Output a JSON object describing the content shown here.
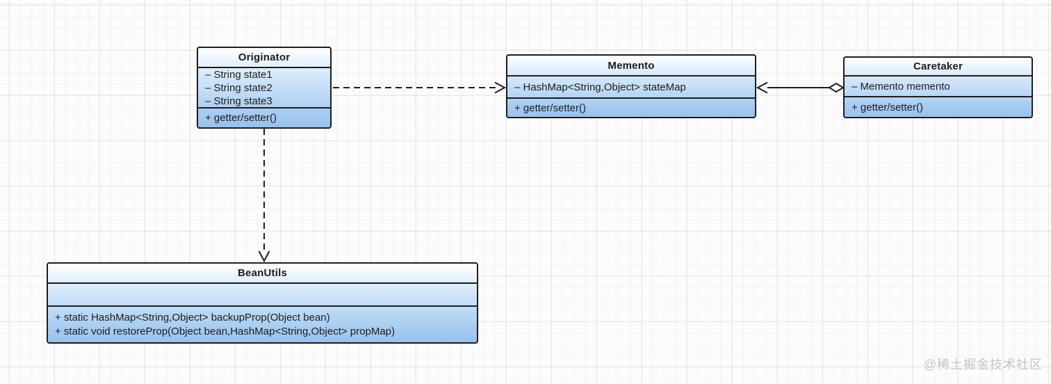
{
  "diagram": {
    "pattern": "Memento",
    "classes": {
      "originator": {
        "title": "Originator",
        "attributes": [
          "– String state1",
          "– String state2",
          "– String state3"
        ],
        "methods": [
          "+ getter/setter()"
        ]
      },
      "memento": {
        "title": "Memento",
        "attributes": [
          "– HashMap<String,Object> stateMap"
        ],
        "methods": [
          "+ getter/setter()"
        ]
      },
      "caretaker": {
        "title": "Caretaker",
        "attributes": [
          "– Memento memento"
        ],
        "methods": [
          "+ getter/setter()"
        ]
      },
      "beanutils": {
        "title": "BeanUtils",
        "attributes": [],
        "methods": [
          "+ static HashMap<String,Object> backupProp(Object bean)",
          "+ static void restoreProp(Object bean,HashMap<String,Object> propMap)"
        ]
      }
    },
    "relationships": [
      {
        "from": "Originator",
        "to": "Memento",
        "type": "dependency",
        "line": "dashed",
        "head": "open-arrow-at-memento"
      },
      {
        "from": "Caretaker",
        "to": "Memento",
        "type": "aggregation",
        "line": "solid",
        "head": "open-arrow-at-memento",
        "tail": "hollow-diamond-at-caretaker"
      },
      {
        "from": "Originator",
        "to": "BeanUtils",
        "type": "dependency",
        "line": "dashed",
        "head": "open-arrow-at-beanutils"
      }
    ],
    "watermark": "@稀土掘金技术社区",
    "colors": {
      "box_border": "#1d1d1f",
      "box_gradient_top": "#feffff",
      "box_gradient_bottom": "#96c2ee",
      "text": "#1d1d1f",
      "watermark": "#c5c5c5",
      "grid_minor": "#f1f1f1",
      "grid_major": "#e3e3e3",
      "background": "#fcfcfc"
    }
  }
}
